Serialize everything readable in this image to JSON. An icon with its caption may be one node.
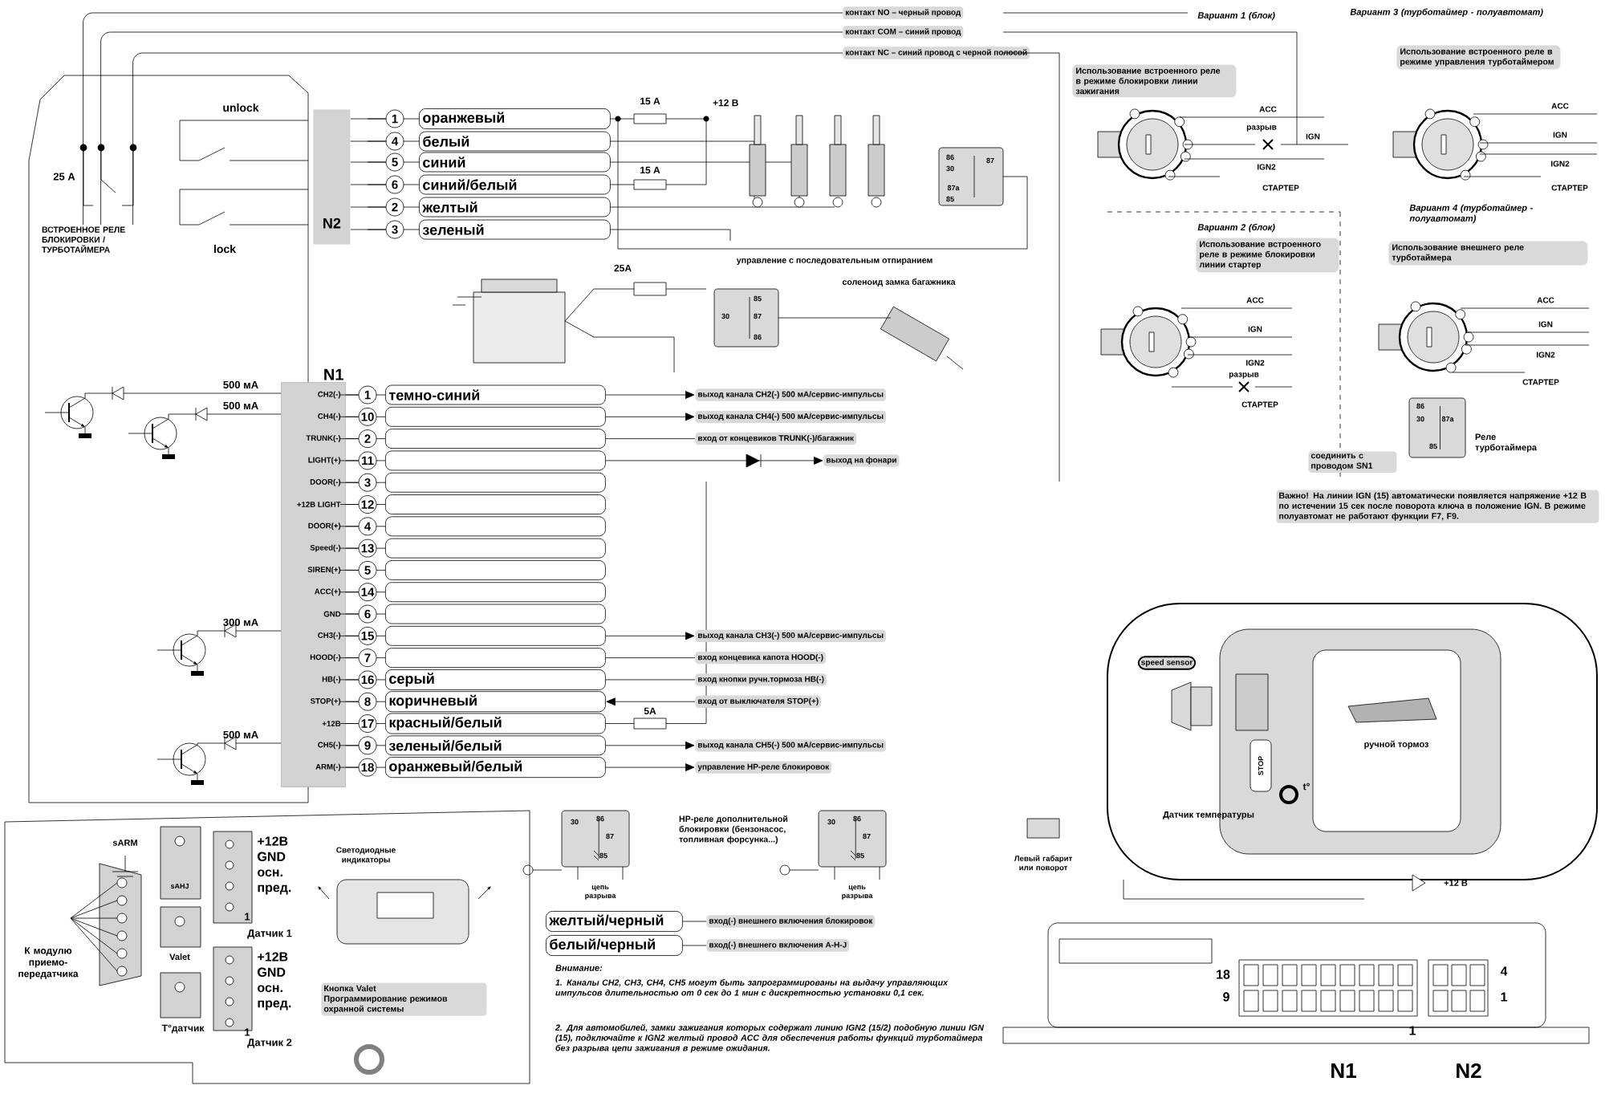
{
  "diagram": {
    "nodes": [
      {
        "text": [
          "ВСТРОЕННОЕ РЕЛЕ БЛОКИРОВКИ / ТУРБОТАЙМЕРА"
        ],
        "beside": [
          "25 А"
        ]
      },
      {
        "text": [
          "контакт NO – черный провод"
        ]
      },
      {
        "text": [
          "контакт COM – синий провод"
        ]
      },
      {
        "text": [
          "контакт NC – синий провод с черной полосой"
        ]
      },
      {
        "text": [
          "N2"
        ]
      },
      {
        "text": [
          "оранжевый"
        ],
        "beside": [
          "1"
        ]
      },
      {
        "text": [
          "белый"
        ],
        "beside": [
          "4"
        ]
      },
      {
        "text": [
          "синий"
        ],
        "beside": [
          "5"
        ]
      },
      {
        "text": [
          "синий/белый"
        ],
        "beside": [
          "6"
        ]
      },
      {
        "text": [
          "желтый"
        ],
        "beside": [
          "2"
        ]
      },
      {
        "text": [
          "зеленый"
        ],
        "beside": [
          "3"
        ]
      },
      {
        "text": [
          "N1"
        ]
      },
      {
        "text": [
          "темно-синий"
        ],
        "beside": [
          "CH2(-)",
          "1"
        ]
      },
      {
        "text": [],
        "shape": "box",
        "beside": [
          "CH4(-)",
          "10"
        ]
      },
      {
        "text": [],
        "shape": "box",
        "beside": [
          "TRUNK(-)",
          "2"
        ]
      },
      {
        "text": [],
        "shape": "box",
        "beside": [
          "LIGHT(+)",
          "11"
        ]
      },
      {
        "text": [],
        "shape": "box",
        "beside": [
          "DOOR(-)",
          "3"
        ]
      },
      {
        "text": [],
        "shape": "box",
        "beside": [
          "+12В LIGHT",
          "12"
        ]
      },
      {
        "text": [],
        "shape": "box",
        "beside": [
          "DOOR(+)",
          "4"
        ]
      },
      {
        "text": [],
        "shape": "box",
        "beside": [
          "Speed(-)",
          "13"
        ]
      },
      {
        "text": [],
        "shape": "box",
        "beside": [
          "SIREN(+)",
          "5"
        ]
      },
      {
        "text": [],
        "shape": "box",
        "beside": [
          "ACC(+)",
          "14"
        ]
      },
      {
        "text": [],
        "shape": "box",
        "beside": [
          "GND",
          "6"
        ]
      },
      {
        "text": [],
        "shape": "box",
        "beside": [
          "CH3(-)",
          "15"
        ]
      },
      {
        "text": [],
        "shape": "box",
        "beside": [
          "HOOD(-)",
          "7"
        ]
      },
      {
        "text": [
          "серый"
        ],
        "beside": [
          "HB(-)",
          "16"
        ]
      },
      {
        "text": [
          "коричневый"
        ],
        "beside": [
          "STOP(+)",
          "8"
        ]
      },
      {
        "text": [
          "красный/белый"
        ],
        "beside": [
          "+12В",
          "17"
        ]
      },
      {
        "text": [
          "зеленый/белый"
        ],
        "beside": [
          "CH5(-)",
          "9"
        ]
      },
      {
        "text": [
          "оранжевый/белый"
        ],
        "beside": [
          "ARM(-)",
          "18"
        ]
      },
      {
        "text": [
          "выход канала CH2(-) 500 мА/сервис-импульсы"
        ]
      },
      {
        "text": [
          "выход канала CH4(-) 500 мА/сервис-импульсы"
        ]
      },
      {
        "text": [
          "вход от концевиков TRUNK(-)/багажник"
        ]
      },
      {
        "text": [
          "выход на фонари"
        ]
      },
      {
        "text": [
          "выход канала CH3(-) 500 мА/сервис-импульсы"
        ]
      },
      {
        "text": [
          "вход концевика капота HOOD(-)"
        ]
      },
      {
        "text": [
          "вход кнопки ручн.тормоза HB(-)"
        ]
      },
      {
        "text": [
          "вход от выключателя STOP(+)"
        ]
      },
      {
        "text": [
          "выход канала CH5(-) 500 мА/сервис-импульсы"
        ]
      },
      {
        "text": [
          "управление HP-реле блокировок"
        ]
      },
      {
        "text": [
          "желтый/черный"
        ]
      },
      {
        "text": [
          "белый/черный"
        ]
      },
      {
        "text": [
          "вход(-) внешнего включения блокировок"
        ]
      },
      {
        "text": [
          "вход(-) внешнего включения A-H-J"
        ]
      },
      {
        "text": [
          "Кнопка Valet",
          "Программирование режимов охранной системы"
        ]
      },
      {
        "text": [
          "Вариант 1 (блок)",
          "Использование встроенного реле в режиме блокировки линии зажигания"
        ]
      },
      {
        "text": [
          "Вариант 3 (турботаймер - полуавтомат)",
          "Использование встроенного реле в режиме управления турботаймером"
        ]
      },
      {
        "text": [
          "Вариант 2 (блок)",
          "Использование встроенного реле в режиме блокировки линии стартер"
        ]
      },
      {
        "text": [
          "Вариант 4 (турботаймер - полуавтомат)",
          "Использование внешнего реле турботаймера"
        ]
      },
      {
        "text": [
          "Важно! На линии IGN (15) автоматически появляется напряжение +12 В по истечении 15 сек после поворота ключа в положение IGN. В режиме полуавтомат не работают функции F7, F9."
        ]
      },
      {
        "text": [
          "соединить с проводом SN1"
        ]
      },
      {
        "text": [
          "speed sensor"
        ]
      },
      {
        "text": [
          "+12В GND осн. пред."
        ],
        "beside": [
          "1",
          "Датчик 1"
        ]
      },
      {
        "text": [
          "+12В GND осн. пред."
        ],
        "beside": [
          "1",
          "Датчик 2"
        ]
      }
    ],
    "edges": [
      {
        "from": 0,
        "to": 1,
        "arrow": "none"
      },
      {
        "from": 0,
        "to": 2,
        "arrow": "none"
      },
      {
        "from": 0,
        "to": 3,
        "arrow": "none"
      },
      {
        "from": 12,
        "to": 30,
        "arrow": "to"
      },
      {
        "from": 13,
        "to": 31,
        "arrow": "to"
      },
      {
        "from": 14,
        "to": 32,
        "arrow": "none"
      },
      {
        "from": 15,
        "to": 33,
        "arrow": "to"
      },
      {
        "from": 23,
        "to": 34,
        "arrow": "to"
      },
      {
        "from": 24,
        "to": 35,
        "arrow": "none"
      },
      {
        "from": 25,
        "to": 36,
        "arrow": "none"
      },
      {
        "from": 37,
        "to": 26,
        "arrow": "to"
      },
      {
        "from": 28,
        "to": 38,
        "arrow": "to"
      },
      {
        "from": 29,
        "to": 39,
        "arrow": "to"
      },
      {
        "from": 40,
        "to": 42,
        "arrow": "none"
      },
      {
        "from": 41,
        "to": 43,
        "arrow": "none"
      },
      {
        "from": 4,
        "to": 5,
        "arrow": "none"
      },
      {
        "from": 4,
        "to": 6,
        "arrow": "none"
      },
      {
        "from": 4,
        "to": 7,
        "arrow": "none"
      },
      {
        "from": 4,
        "to": 8,
        "arrow": "none"
      },
      {
        "from": 4,
        "to": 9,
        "arrow": "none"
      },
      {
        "from": 4,
        "to": 10,
        "arrow": "none"
      },
      {
        "from": 11,
        "to": 12,
        "arrow": "none"
      },
      {
        "from": 11,
        "to": 13,
        "arrow": "none"
      },
      {
        "from": 11,
        "to": 14,
        "arrow": "none"
      },
      {
        "from": 11,
        "to": 15,
        "arrow": "none"
      },
      {
        "from": 11,
        "to": 16,
        "arrow": "none"
      },
      {
        "from": 11,
        "to": 17,
        "arrow": "none"
      },
      {
        "from": 11,
        "to": 18,
        "arrow": "none"
      },
      {
        "from": 11,
        "to": 19,
        "arrow": "none"
      },
      {
        "from": 11,
        "to": 20,
        "arrow": "none"
      },
      {
        "from": 11,
        "to": 21,
        "arrow": "none"
      },
      {
        "from": 11,
        "to": 22,
        "arrow": "none"
      },
      {
        "from": 11,
        "to": 23,
        "arrow": "none"
      },
      {
        "from": 11,
        "to": 24,
        "arrow": "none"
      },
      {
        "from": 11,
        "to": 25,
        "arrow": "none"
      },
      {
        "from": 11,
        "to": 26,
        "arrow": "none"
      },
      {
        "from": 11,
        "to": 27,
        "arrow": "none"
      },
      {
        "from": 11,
        "to": 28,
        "arrow": "none"
      },
      {
        "from": 11,
        "to": 29,
        "arrow": "none"
      }
    ],
    "labels": [
      "unlock",
      "lock",
      "15 А",
      "+12 В",
      "15 А",
      "управление с последовательным отпиранием",
      "86",
      "30",
      "87",
      "87а",
      "85",
      "25А",
      "85",
      "30",
      "87",
      "86",
      "соленоид замка багажника",
      "500 мА",
      "500 мА",
      "300 мА",
      "500 мА",
      "5А",
      "sARM",
      "sAHJ",
      "К модулю приемо-передатчика",
      "Valet",
      "T°датчик",
      "Светодиодные индикаторы",
      "30",
      "86",
      "87",
      "85",
      "цепь разрыва",
      "30",
      "86",
      "87",
      "85",
      "цепь разрыва",
      "HP-реле дополнительной блокировки (бензонасос, топливная форсунка...)",
      "Внимание:",
      "1. Каналы CH2, CH3, CH4, CH5 могут быть запрограммированы на выдачу управляющих импульсов длительностью от 0 сек до 1 мин с дискретностью установки 0,1 сек.",
      "2. Для автомобилей, замки зажигания которых содержат линию IGN2 (15/2) подобную линии IGN (15), подключайте к IGN2 желтый провод ACC для обеспечения работы функций турботаймера без разрыва цепи зажигания в режиме ожидания.",
      "ACC",
      "разрыв",
      "IGN",
      "IGN2",
      "СТАРТЕР",
      "ACC",
      "IGN",
      "IGN2",
      "СТАРТЕР",
      "ACC",
      "IGN",
      "IGN2",
      "разрыв",
      "СТАРТЕР",
      "ACC",
      "IGN",
      "IGN2",
      "СТАРТЕР",
      "86",
      "30",
      "87а",
      "85",
      "Реле турботаймера",
      "ручной тормоз",
      "STOP",
      "t°",
      "Датчик температуры",
      "Левый габарит или поворот",
      "+12 В",
      "18",
      "9",
      "4",
      "1",
      "1",
      "N1",
      "N2"
    ]
  }
}
